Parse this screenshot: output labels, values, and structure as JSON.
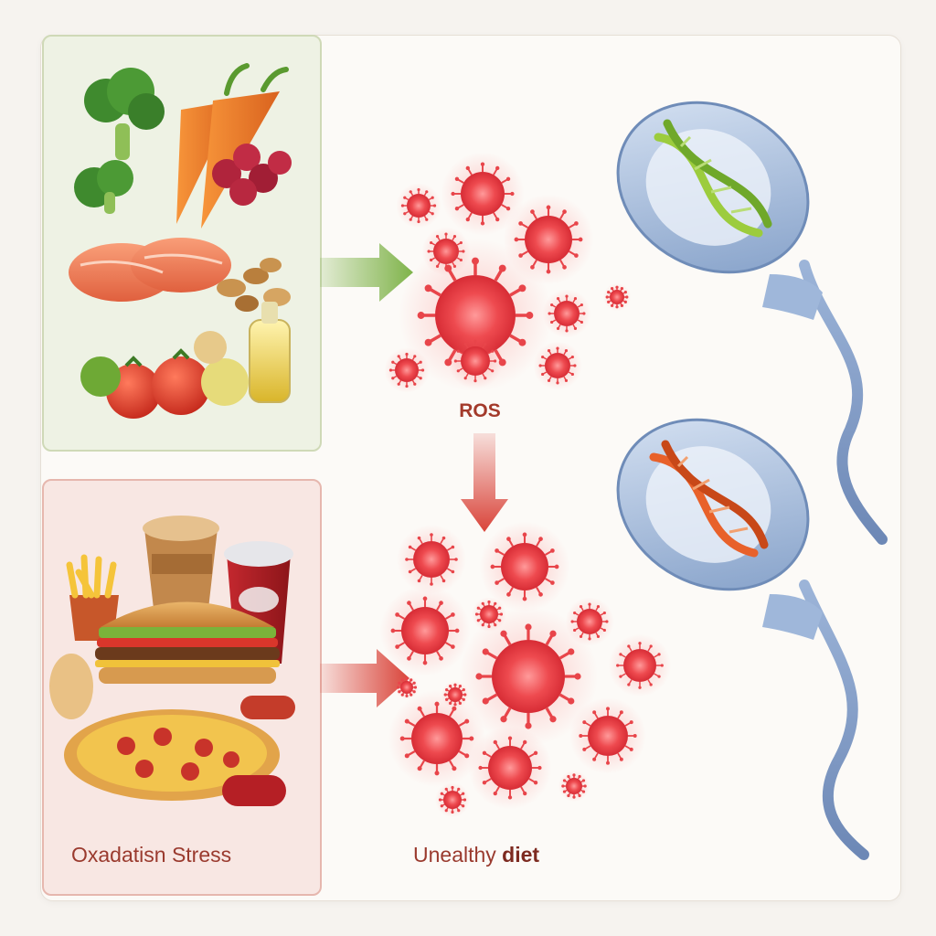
{
  "labels": {
    "ros": "ROS",
    "stress": "Oxadatisn Stress",
    "diet_prefix": "Unealthy ",
    "diet_bold": "diet"
  },
  "colors": {
    "healthy_arrow": "#7fb34a",
    "unhealthy_arrow": "#d9443a",
    "ros_particle": "#e8454a",
    "dna_healthy": "#9ccc3d",
    "dna_damaged": "#e8612a",
    "sperm_body": "#8eaad0",
    "label_red": "#9a3a2e"
  },
  "icons": {
    "healthy_foods": [
      "broccoli-icon",
      "carrot-icon",
      "berry-icon",
      "salmon-icon",
      "nuts-icon",
      "tomato-icon",
      "apple-icon",
      "olive-oil-icon"
    ],
    "unhealthy_foods": [
      "fries-icon",
      "coffee-cup-icon",
      "soda-cup-icon",
      "burger-icon",
      "pizza-icon",
      "sausage-icon"
    ],
    "cells": [
      "sperm-healthy-dna-icon",
      "sperm-damaged-dna-icon"
    ]
  }
}
